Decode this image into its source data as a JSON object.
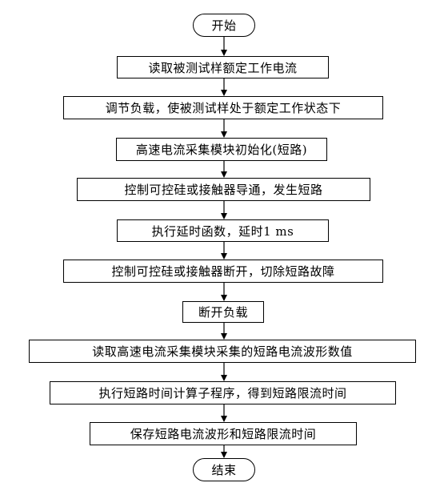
{
  "flowchart": {
    "start": "开始",
    "steps": [
      "读取被测试样额定工作电流",
      "调节负载，使被测试样处于额定工作状态下",
      "高速电流采集模块初始化(短路)",
      "控制可控硅或接触器导通，发生短路",
      "执行延时函数，延时1 ms",
      "控制可控硅或接触器断开，切除短路故障",
      "断开负载",
      "读取高速电流采集模块采集的短路电流波形数值",
      "执行短路时间计算子程序，得到短路限流时间",
      "保存短路电流波形和短路限流时间"
    ],
    "end": "结束"
  },
  "colors": {
    "stroke": "#000000",
    "fill": "#ffffff",
    "text": "#000000"
  }
}
